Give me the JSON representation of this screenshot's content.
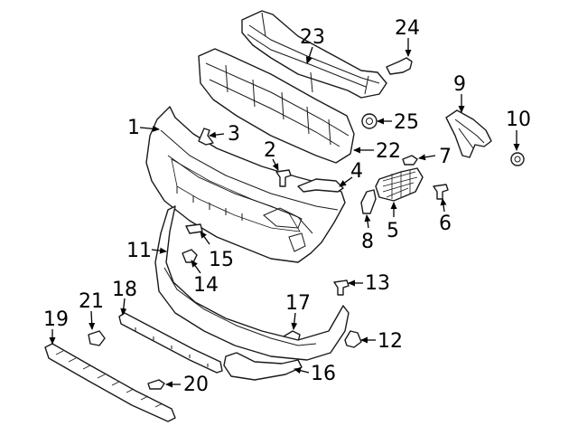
{
  "callouts": [
    {
      "id": "1",
      "label": "1",
      "part": "bumper-cover"
    },
    {
      "id": "2",
      "label": "2",
      "part": "push-pin"
    },
    {
      "id": "3",
      "label": "3",
      "part": "bracket"
    },
    {
      "id": "4",
      "label": "4",
      "part": "bracket"
    },
    {
      "id": "5",
      "label": "5",
      "part": "grille-insert"
    },
    {
      "id": "6",
      "label": "6",
      "part": "push-pin"
    },
    {
      "id": "7",
      "label": "7",
      "part": "screw"
    },
    {
      "id": "8",
      "label": "8",
      "part": "reflector"
    },
    {
      "id": "9",
      "label": "9",
      "part": "side-bracket"
    },
    {
      "id": "10",
      "label": "10",
      "part": "nut"
    },
    {
      "id": "11",
      "label": "11",
      "part": "lower-cover"
    },
    {
      "id": "12",
      "label": "12",
      "part": "push-pin"
    },
    {
      "id": "13",
      "label": "13",
      "part": "push-pin"
    },
    {
      "id": "14",
      "label": "14",
      "part": "clip"
    },
    {
      "id": "15",
      "label": "15",
      "part": "clip"
    },
    {
      "id": "16",
      "label": "16",
      "part": "lower-valance"
    },
    {
      "id": "17",
      "label": "17",
      "part": "clip"
    },
    {
      "id": "18",
      "label": "18",
      "part": "spoiler"
    },
    {
      "id": "19",
      "label": "19",
      "part": "skid-plate"
    },
    {
      "id": "20",
      "label": "20",
      "part": "screw"
    },
    {
      "id": "21",
      "label": "21",
      "part": "clip"
    },
    {
      "id": "22",
      "label": "22",
      "part": "energy-absorber"
    },
    {
      "id": "23",
      "label": "23",
      "part": "impact-bar"
    },
    {
      "id": "24",
      "label": "24",
      "part": "bolt"
    },
    {
      "id": "25",
      "label": "25",
      "part": "nut"
    }
  ]
}
